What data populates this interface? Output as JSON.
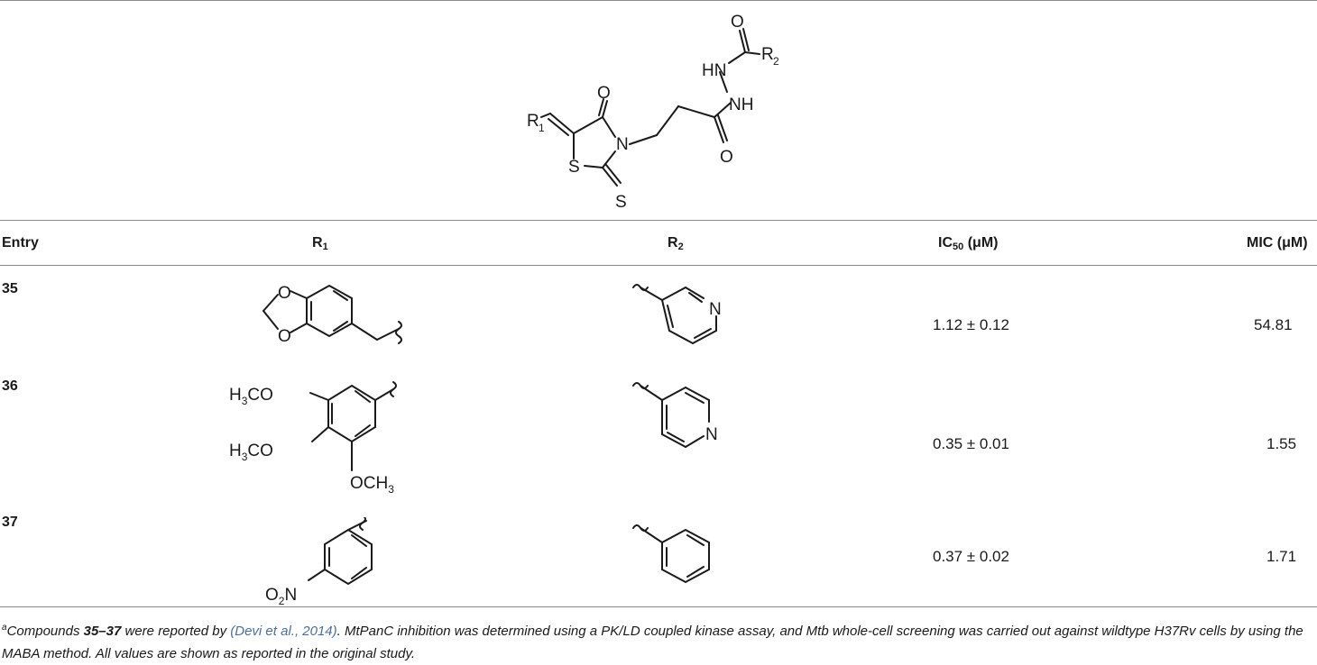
{
  "scaffold": {
    "labels": {
      "o_top": "O",
      "r2": "R",
      "r2_sub": "2",
      "hn": "HN",
      "nh": "NH",
      "o_ring": "O",
      "r1": "R",
      "r1_sub": "1",
      "n": "N",
      "s_ring": "S",
      "o_amide": "O",
      "s_thione": "S"
    }
  },
  "table": {
    "headers": {
      "entry": "Entry",
      "r1": "R",
      "r1_sub": "1",
      "r2": "R",
      "r2_sub": "2",
      "ic50": "IC",
      "ic50_sub": "50",
      "ic50_unit": " (μM)",
      "mic": "MIC (μM)"
    },
    "rows": [
      {
        "entry": "35",
        "ic50": "1.12 ± 0.12",
        "mic": "54.81"
      },
      {
        "entry": "36",
        "ic50": "0.35 ± 0.01",
        "mic": "1.55"
      },
      {
        "entry": "37",
        "ic50": "0.37 ± 0.02",
        "mic": "1.71"
      }
    ],
    "structure_labels": {
      "row35": {
        "o1": "O",
        "o2": "O",
        "n": "N"
      },
      "row36": {
        "h3co_1": "H",
        "h3co_1_sub": "3",
        "h3co_1_rest": "CO",
        "h3co_2": "H",
        "h3co_2_sub": "3",
        "h3co_2_rest": "CO",
        "och3": "OCH",
        "och3_sub": "3",
        "n": "N"
      },
      "row37": {
        "o2n": "O",
        "o2n_sub": "2",
        "o2n_rest": "N"
      }
    }
  },
  "footnote": {
    "sup": "a",
    "text1": "Compounds ",
    "bold": "35–37",
    "text2": " were reported by ",
    "citation": "(Devi et al., 2014)",
    "text3": ". MtPanC inhibition was determined using a PK/LD coupled kinase assay, and Mtb whole-cell screening was carried out against wildtype H37Rv cells by using the MABA method. All values are shown as reported in the original study."
  }
}
